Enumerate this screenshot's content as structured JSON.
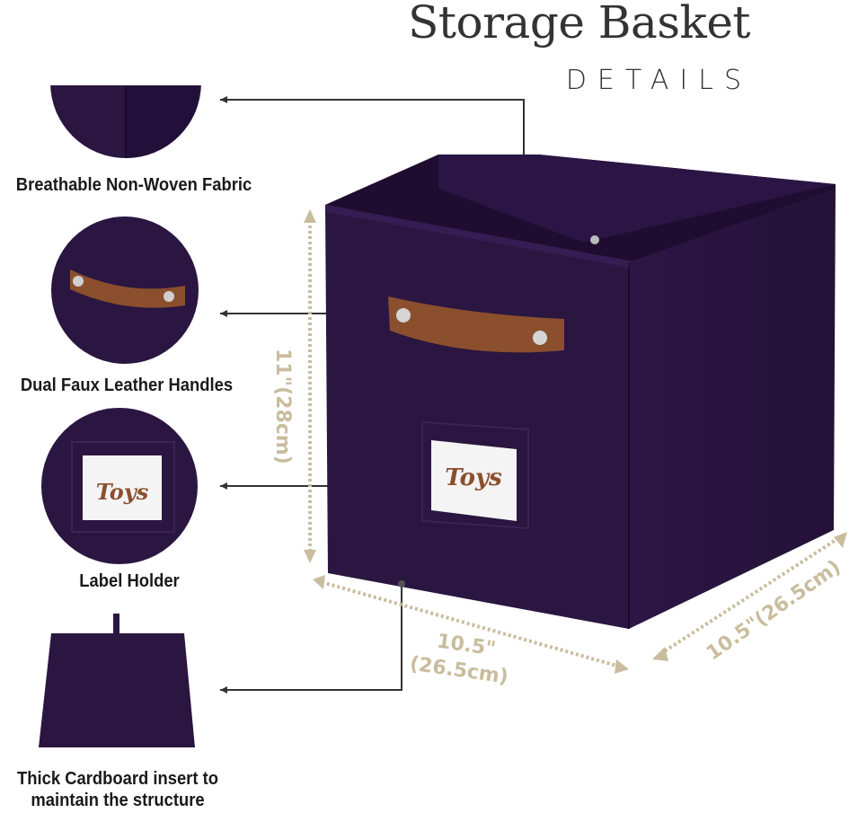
{
  "header": {
    "title": "Storage Basket",
    "subtitle": "DETAILS"
  },
  "features": [
    {
      "label": "Breathable Non-Woven Fabric",
      "icon": "fabric-corner"
    },
    {
      "label": "Dual Faux Leather Handles",
      "icon": "leather-handle"
    },
    {
      "label": "Label Holder",
      "icon": "label-card",
      "card_text": "Toys"
    },
    {
      "label_line1": "Thick Cardboard insert to",
      "label_line2": "maintain the structure",
      "icon": "cardboard-insert"
    }
  ],
  "product": {
    "label_text": "Toys",
    "color": "#2a1640"
  },
  "dimensions": {
    "height": "11\"(28cm)",
    "width_line1": "10.5\"",
    "width_line2": "(26.5cm)",
    "depth": "10.5\"(26.5cm)",
    "color": "#c9bd9e"
  }
}
